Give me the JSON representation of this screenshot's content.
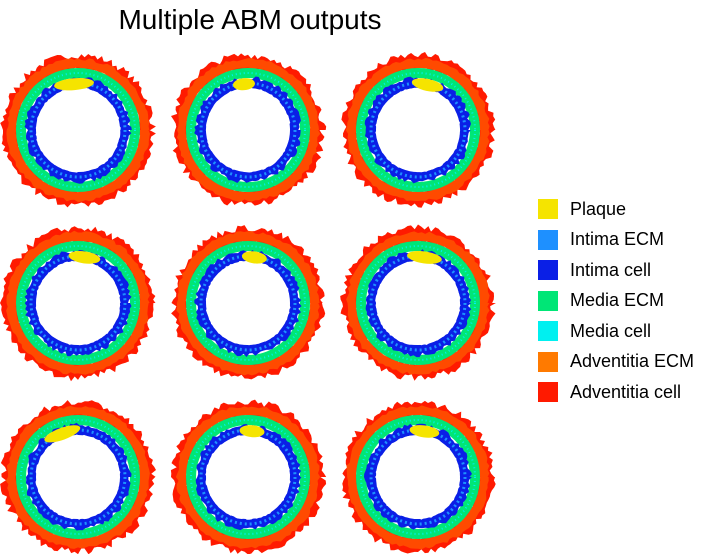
{
  "title": "Multiple ABM outputs",
  "grid": {
    "rows": 3,
    "cols": 3
  },
  "legend": [
    {
      "label": "Plaque",
      "color": "#f5e400"
    },
    {
      "label": "Intima ECM",
      "color": "#1e90ff"
    },
    {
      "label": "Intima cell",
      "color": "#0a1fe6"
    },
    {
      "label": "Media ECM",
      "color": "#00e676"
    },
    {
      "label": "Media cell",
      "color": "#00f0f0"
    },
    {
      "label": "Adventitia ECM",
      "color": "#ff7a00"
    },
    {
      "label": "Adventitia cell",
      "color": "#ff1a00"
    }
  ],
  "panels": [
    {
      "id": 1,
      "plaque_angle": -95,
      "plaque_span": 40
    },
    {
      "id": 2,
      "plaque_angle": -95,
      "plaque_span": 22
    },
    {
      "id": 3,
      "plaque_angle": -78,
      "plaque_span": 32
    },
    {
      "id": 4,
      "plaque_angle": -82,
      "plaque_span": 32
    },
    {
      "id": 5,
      "plaque_angle": -82,
      "plaque_span": 25
    },
    {
      "id": 6,
      "plaque_angle": -82,
      "plaque_span": 35
    },
    {
      "id": 7,
      "plaque_angle": -110,
      "plaque_span": 38
    },
    {
      "id": 8,
      "plaque_angle": -85,
      "plaque_span": 25
    },
    {
      "id": 9,
      "plaque_angle": -82,
      "plaque_span": 30
    }
  ]
}
